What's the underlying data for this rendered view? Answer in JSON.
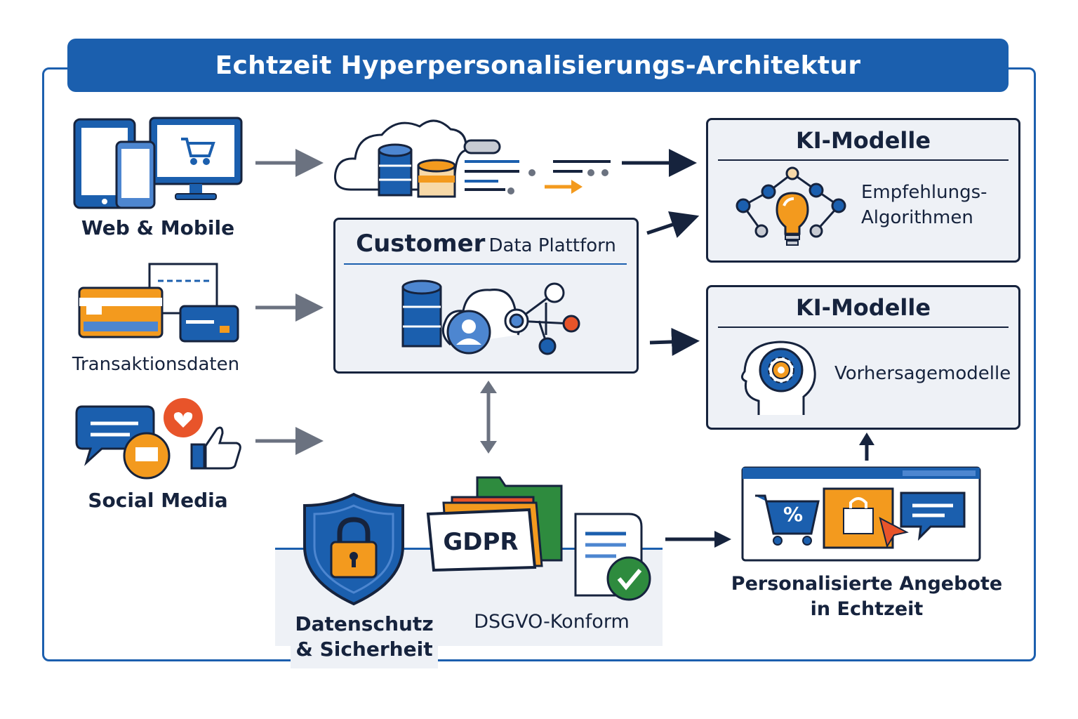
{
  "title": "Echtzeit Hyperpersonalisierungs-Architektur",
  "sources": {
    "web_mobile": "Web & Mobile",
    "transactions": "Transaktionsdaten",
    "social": "Social Media"
  },
  "cdp": {
    "title_main": "Customer",
    "title_sub": "Data Plattforn"
  },
  "models": [
    {
      "title": "KI-Modelle",
      "label_line1": "Empfehlungs-",
      "label_line2": "Algorithmen"
    },
    {
      "title": "KI-Modelle",
      "label": "Vorhersagemodelle"
    }
  ],
  "compliance": {
    "gdpr": "GDPR",
    "privacy_line1": "Datenschutz",
    "privacy_line2": "& Sicherheit",
    "dsgvo": "DSGVO-Konform"
  },
  "offers": {
    "line1": "Personalisierte Angebote",
    "line2": "in Echtzeit",
    "percent": "%"
  },
  "colors": {
    "brand_blue": "#1b5fae",
    "navy": "#16233d",
    "orange": "#f39a1e",
    "red_orange": "#e8542a",
    "green": "#2e8b3e",
    "gray_arrow": "#6b7280"
  },
  "icons": [
    "devices-icon",
    "cart-icon",
    "payment-cards-icon",
    "chat-icon",
    "heart-icon",
    "thumbs-up-icon",
    "cloud-database-icon",
    "network-icon",
    "lightbulb-icon",
    "brain-gear-icon",
    "shield-lock-icon",
    "folder-icon",
    "document-check-icon",
    "shop-window-icon"
  ]
}
